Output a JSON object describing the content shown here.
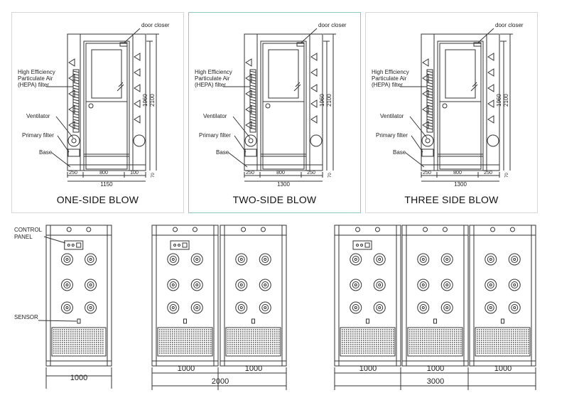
{
  "diagrams": [
    {
      "caption": "ONE-SIDE BLOW",
      "labels": {
        "door_closer": "door closer",
        "hepa": [
          "High Efficiency",
          "Particulate Air",
          "(HEPA) filter"
        ],
        "ventilator": "Ventilator",
        "primary_filter": "Primary filter",
        "base": "Base"
      },
      "dims": {
        "h_inner": "1960",
        "h_outer": "2100",
        "bottom": [
          "250",
          "800",
          "100"
        ],
        "side": "70",
        "total": "1150"
      }
    },
    {
      "caption": "TWO-SIDE BLOW",
      "labels": {
        "door_closer": "door closer",
        "hepa": [
          "High Efficiency",
          "Particulate Air",
          "(HEPA) filter"
        ],
        "ventilator": "Ventilator",
        "primary_filter": "Primary filter",
        "base": "Base"
      },
      "dims": {
        "h_inner": "1960",
        "h_outer": "2100",
        "bottom": [
          "250",
          "800",
          "250"
        ],
        "side": "70",
        "total": "1300"
      }
    },
    {
      "caption": "THREE SIDE BLOW",
      "labels": {
        "door_closer": "door closer",
        "hepa": [
          "High Efficiency",
          "Particulate Air",
          "(HEPA) filter"
        ],
        "ventilator": "Ventilator",
        "primary_filter": "Primary filter",
        "base": "Base"
      },
      "dims": {
        "h_inner": "1960",
        "h_outer": "2100",
        "bottom": [
          "250",
          "800",
          "250"
        ],
        "side": "70",
        "total": "1300"
      }
    }
  ],
  "front_views": {
    "control_panel_label": [
      "CONTROL",
      "PANEL"
    ],
    "sensor_label": "SENSOR",
    "single": {
      "unit": "1000"
    },
    "double": {
      "units": [
        "1000",
        "1000"
      ],
      "total": "2000"
    },
    "triple": {
      "units": [
        "1000",
        "1000",
        "1000"
      ],
      "total": "3000"
    }
  }
}
